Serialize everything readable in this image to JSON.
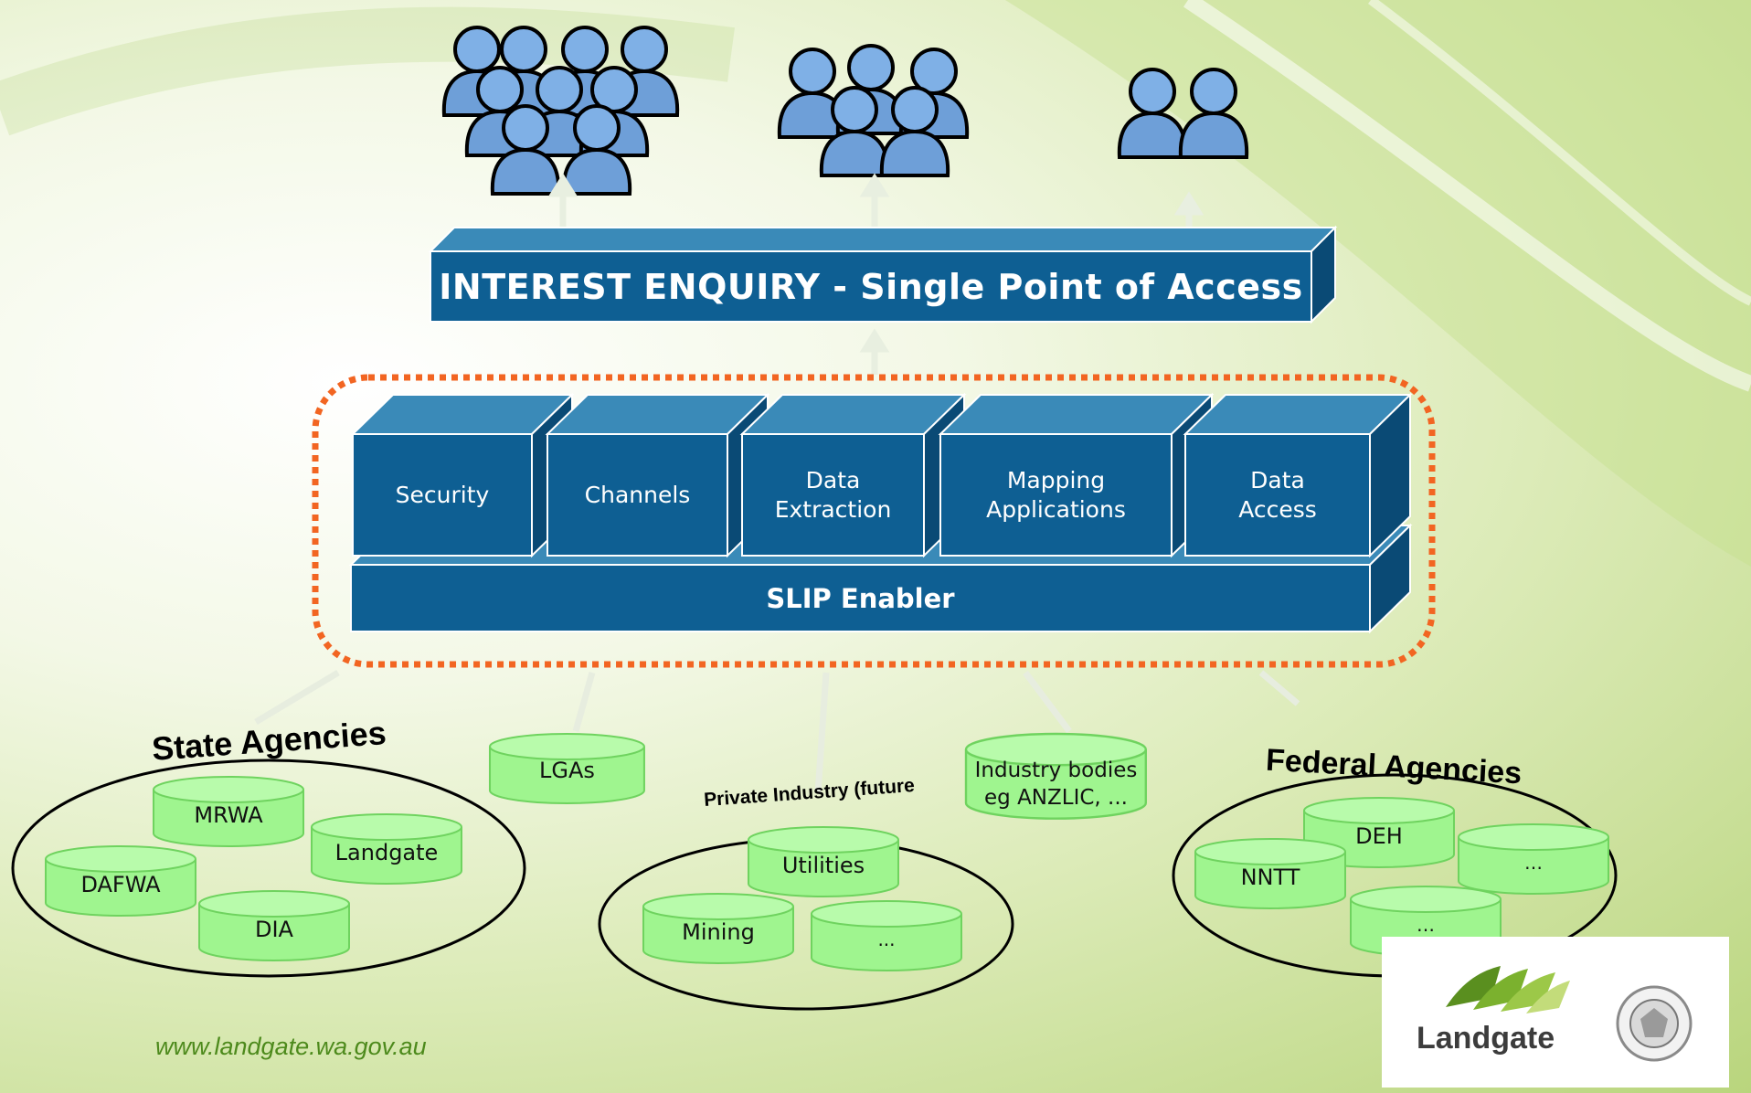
{
  "access_bar": {
    "label": "INTEREST ENQUIRY - Single Point of Access"
  },
  "modules": [
    {
      "label": "Security"
    },
    {
      "label": "Channels"
    },
    {
      "label": "Data\nExtraction"
    },
    {
      "label": "Mapping\nApplications"
    },
    {
      "label": "Data\nAccess"
    }
  ],
  "enabler": {
    "label": "SLIP Enabler"
  },
  "groups": {
    "state": {
      "title": "State Agencies",
      "items": [
        "MRWA",
        "Landgate",
        "DAFWA",
        "DIA"
      ]
    },
    "lgas": {
      "label": "LGAs"
    },
    "private": {
      "title": "Private Industry (future",
      "items": [
        "Utilities",
        "Mining",
        "..."
      ]
    },
    "industry_bodies": {
      "label": "Industry bodies\neg ANZLIC, ..."
    },
    "federal": {
      "title": "Federal Agencies",
      "items": [
        "DEH",
        "NNTT",
        "…",
        "…"
      ]
    }
  },
  "footer": {
    "url": "www.landgate.wa.gov.au",
    "logo_text": "Landgate",
    "seal_icon": "government-of-western-australia-seal-icon"
  },
  "colors": {
    "blue_front": "#0e5f93",
    "blue_top": "#3a8ab8",
    "blue_side": "#0a4a75",
    "cylinder_green": "#9ff58f",
    "dotted_orange": "#f26522",
    "person_blue": "#6e9fd8"
  }
}
